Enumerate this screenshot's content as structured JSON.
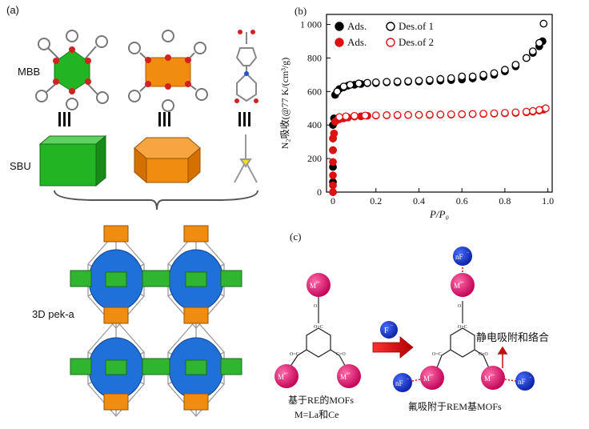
{
  "panel_a": {
    "label": "(a)",
    "row_mbb": "MBB",
    "row_sbu": "SBU",
    "network": "3D pek-a"
  },
  "panel_b": {
    "label": "(b)",
    "legend": [
      "Ads.",
      "Des.of 1",
      "Ads.",
      "Des.of 2"
    ],
    "ylabel": "N₂吸收(@77 K/(cm³/g)",
    "xlabel": "P/P₀",
    "xticks": [
      "0",
      "0.2",
      "0.4",
      "0.6",
      "0.8",
      "1.0"
    ],
    "yticks": [
      "0",
      "200",
      "400",
      "600",
      "800",
      "1 000"
    ]
  },
  "chart_data": {
    "type": "scatter",
    "xlabel": "P/P₀",
    "ylabel": "N₂吸收(@77 K/(cm³/g)",
    "xlim": [
      -0.03,
      1.02
    ],
    "ylim": [
      0,
      1060
    ],
    "series": [
      {
        "name": "Ads.",
        "color": "#000000",
        "fill": true,
        "x": [
          0.0,
          0.0,
          0.0,
          0.0,
          0.0,
          0.0,
          0.005,
          0.01,
          0.02,
          0.03,
          0.05,
          0.07,
          0.1,
          0.13,
          0.16,
          0.2,
          0.25,
          0.3,
          0.35,
          0.4,
          0.45,
          0.5,
          0.55,
          0.6,
          0.65,
          0.7,
          0.75,
          0.8,
          0.85,
          0.9,
          0.93,
          0.96,
          0.975
        ],
        "y": [
          0,
          60,
          150,
          250,
          320,
          400,
          440,
          580,
          600,
          615,
          625,
          635,
          640,
          645,
          650,
          650,
          655,
          655,
          658,
          660,
          662,
          665,
          668,
          672,
          678,
          688,
          700,
          720,
          750,
          800,
          830,
          870,
          900
        ]
      },
      {
        "name": "Des.of 1",
        "color": "#000000",
        "fill": false,
        "x": [
          0.98,
          0.96,
          0.93,
          0.9,
          0.85,
          0.8,
          0.75,
          0.7,
          0.65,
          0.6,
          0.55,
          0.5,
          0.45,
          0.4,
          0.35,
          0.3,
          0.25,
          0.2,
          0.16,
          0.12,
          0.08,
          0.05,
          0.02
        ],
        "y": [
          1005,
          890,
          840,
          800,
          760,
          730,
          710,
          700,
          690,
          690,
          680,
          675,
          670,
          665,
          662,
          660,
          658,
          655,
          652,
          648,
          640,
          630,
          600
        ]
      },
      {
        "name": "Ads.",
        "color": "#dd1111",
        "fill": true,
        "x": [
          0.0,
          0.0,
          0.0,
          0.0,
          0.0,
          0.0,
          0.005,
          0.01,
          0.02,
          0.03,
          0.05,
          0.07,
          0.1,
          0.13,
          0.16,
          0.2,
          0.25,
          0.3,
          0.35,
          0.4,
          0.45,
          0.5,
          0.55,
          0.6,
          0.65,
          0.7,
          0.75,
          0.8,
          0.85,
          0.9,
          0.93,
          0.96,
          0.98
        ],
        "y": [
          0,
          40,
          100,
          180,
          250,
          320,
          350,
          420,
          430,
          435,
          440,
          445,
          450,
          452,
          455,
          456,
          458,
          458,
          460,
          460,
          460,
          462,
          462,
          464,
          465,
          466,
          468,
          470,
          472,
          476,
          480,
          486,
          492
        ]
      },
      {
        "name": "Des.of 2",
        "color": "#dd1111",
        "fill": false,
        "x": [
          0.99,
          0.96,
          0.93,
          0.9,
          0.85,
          0.8,
          0.75,
          0.7,
          0.65,
          0.6,
          0.55,
          0.5,
          0.45,
          0.4,
          0.35,
          0.3,
          0.25,
          0.2,
          0.15,
          0.1,
          0.06,
          0.03
        ],
        "y": [
          500,
          490,
          484,
          480,
          476,
          473,
          470,
          468,
          466,
          465,
          464,
          463,
          462,
          461,
          460,
          460,
          459,
          458,
          457,
          455,
          452,
          448
        ]
      }
    ]
  },
  "panel_c": {
    "label": "(c)",
    "metal": "M",
    "charge": "n+",
    "fluoride": "nF",
    "fluoride_charge": "−",
    "f_ion": "F",
    "f_charge": "−",
    "process_label": "静电吸附和络合",
    "left_caption_1": "基于RE的MOFs",
    "left_caption_2": "M=La和Ce",
    "right_caption": "氟吸附于REM基MOFs"
  }
}
